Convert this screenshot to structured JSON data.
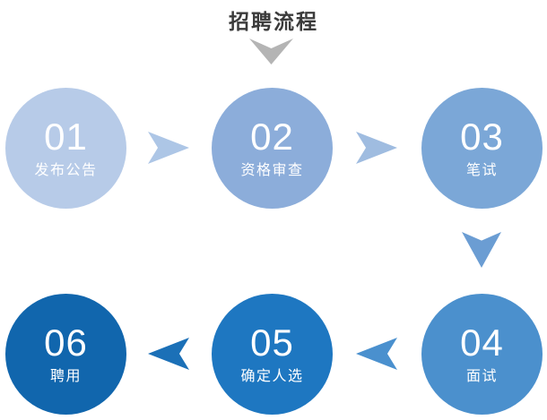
{
  "title": "招聘流程",
  "colors": {
    "background": "#ffffff",
    "title_text": "#3b3b3b",
    "title_chevron": "#b4b4b4",
    "step_text": "#ffffff"
  },
  "steps": [
    {
      "number": "01",
      "label": "发布公告",
      "color": "#b7cbe8"
    },
    {
      "number": "02",
      "label": "资格审查",
      "color": "#8cadda"
    },
    {
      "number": "03",
      "label": "笔试",
      "color": "#7ba7d7"
    },
    {
      "number": "04",
      "label": "面试",
      "color": "#4b90cd"
    },
    {
      "number": "05",
      "label": "确定人选",
      "color": "#1e77c1"
    },
    {
      "number": "06",
      "label": "聘用",
      "color": "#1166ad"
    }
  ],
  "connectors": [
    {
      "from": "01",
      "to": "02",
      "direction": "right",
      "color": "#adc6e6"
    },
    {
      "from": "02",
      "to": "03",
      "direction": "right",
      "color": "#9fbce0"
    },
    {
      "from": "03",
      "to": "04",
      "direction": "down",
      "color": "#6b9dd3"
    },
    {
      "from": "04",
      "to": "05",
      "direction": "left",
      "color": "#4a90ce"
    },
    {
      "from": "05",
      "to": "06",
      "direction": "left",
      "color": "#1b70b7"
    }
  ]
}
